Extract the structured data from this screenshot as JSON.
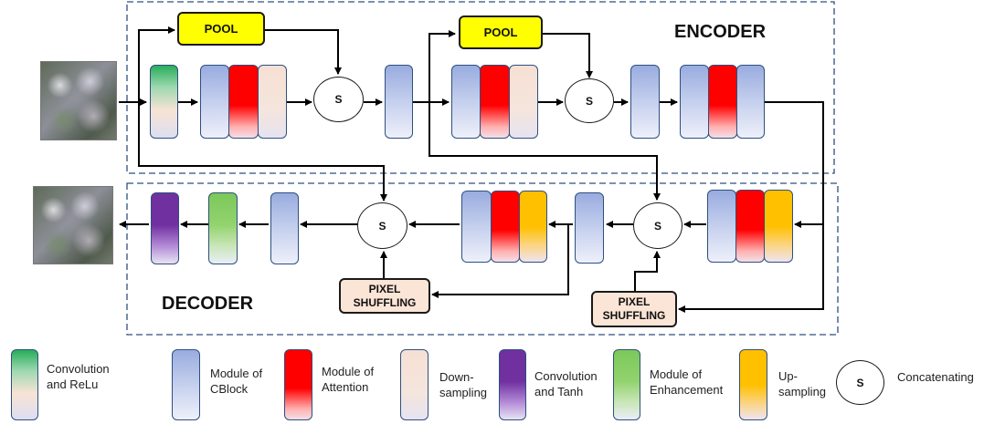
{
  "sections": {
    "encoder": "ENCODER",
    "decoder": "DECODER"
  },
  "ops": {
    "pool": "POOL",
    "concat": "S",
    "pixel_shuffle_1": "PIXEL",
    "pixel_shuffle_2": "SHUFFLING"
  },
  "legend": [
    {
      "key": "conv-relu",
      "line1": "Convolution",
      "line2": "and ReLu"
    },
    {
      "key": "cblock",
      "line1": "Module of",
      "line2": "CBlock"
    },
    {
      "key": "attention",
      "line1": "Module of",
      "line2": "Attention"
    },
    {
      "key": "down",
      "line1": "Down-",
      "line2": "sampling"
    },
    {
      "key": "conv-tanh",
      "line1": "Convolution",
      "line2": "and Tanh"
    },
    {
      "key": "enhancement",
      "line1": "Module of",
      "line2": "Enhancement"
    },
    {
      "key": "up",
      "line1": "Up-",
      "line2": "sampling"
    },
    {
      "key": "concat",
      "symbol": "S",
      "line1": "Concatenating"
    }
  ],
  "colors": {
    "conv_relu": "#27ad5a",
    "cblock": "#99acdf",
    "attention": "#ff0000",
    "down": "#f6e0d4",
    "conv_tanh": "#7030a0",
    "enhancement": "#7cc85a",
    "up": "#ffc000",
    "pool": "#ffff00",
    "pixel_shuffling": "#fbe5d6",
    "section_border": "#2f4f7f"
  }
}
